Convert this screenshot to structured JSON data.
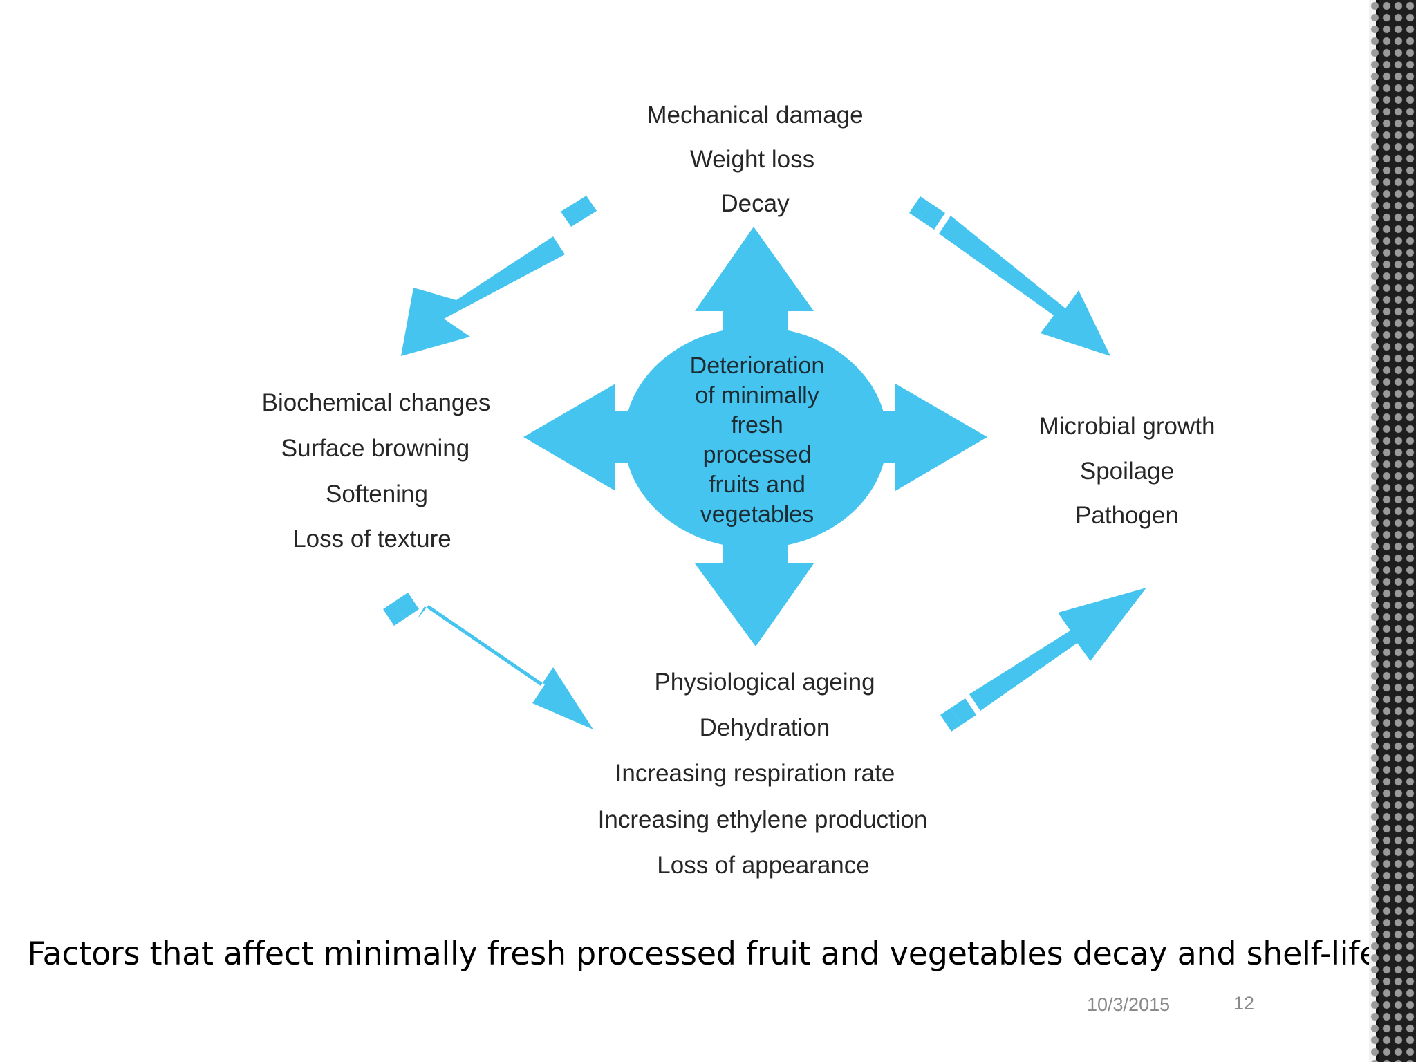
{
  "diagram": {
    "center": [
      "Deterioration",
      "of minimally",
      "fresh",
      "processed",
      "fruits and",
      "vegetables"
    ],
    "top": [
      "Mechanical damage",
      "Weight loss",
      "Decay"
    ],
    "left": [
      "Biochemical changes",
      "Surface browning",
      "Softening",
      "Loss of texture"
    ],
    "right": [
      "Microbial growth",
      "Spoilage",
      "Pathogen"
    ],
    "bottom": [
      "Physiological ageing",
      "Dehydration",
      "Increasing respiration rate",
      "Increasing ethylene production",
      "Loss of appearance"
    ]
  },
  "caption": "Factors that affect minimally fresh processed fruit and vegetables decay and shelf-life.",
  "footer": {
    "date": "10/3/2015",
    "page": "12"
  },
  "colors": {
    "accent": "#44c4ef",
    "text": "#262626"
  }
}
